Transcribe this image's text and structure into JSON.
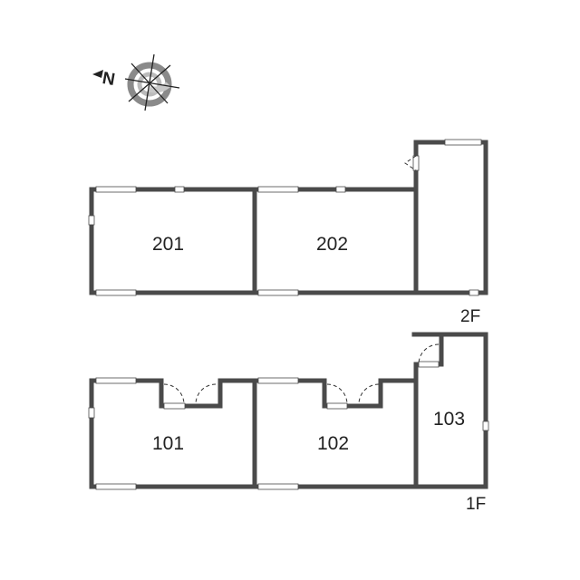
{
  "compass": {
    "north_label": "N"
  },
  "floors": [
    {
      "label": "2F",
      "rooms": [
        "201",
        "202"
      ]
    },
    {
      "label": "1F",
      "rooms": [
        "101",
        "102",
        "103"
      ]
    }
  ],
  "colors": {
    "wall": "#4a4a4a",
    "compass_ring": "#999999"
  }
}
